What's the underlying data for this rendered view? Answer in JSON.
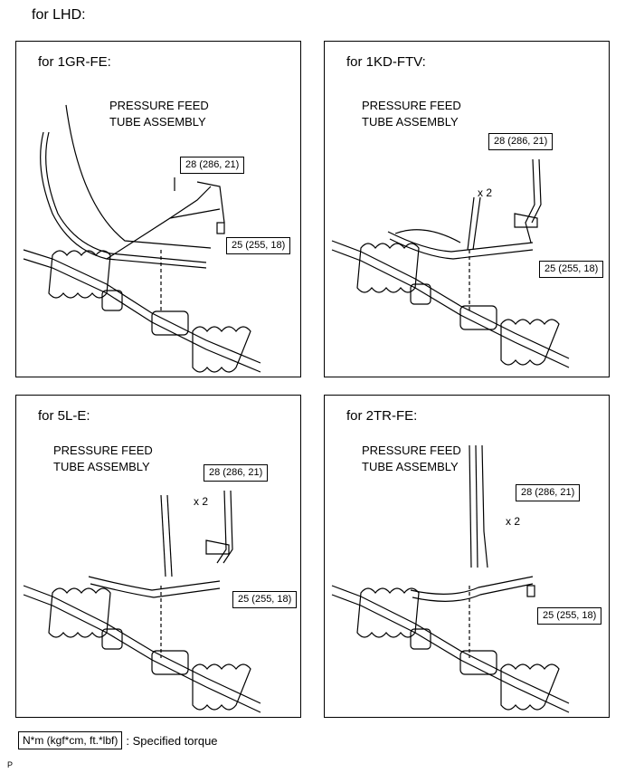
{
  "page_title": "for LHD:",
  "panels": [
    {
      "title": "for 1GR-FE:",
      "part_line1": "PRESSURE FEED",
      "part_line2": "TUBE ASSEMBLY",
      "torque_upper": "28 (286, 21)",
      "torque_lower": "25 (255, 18)",
      "qty": ""
    },
    {
      "title": "for 1KD-FTV:",
      "part_line1": "PRESSURE FEED",
      "part_line2": "TUBE ASSEMBLY",
      "torque_upper": "28 (286, 21)",
      "torque_lower": "25 (255, 18)",
      "qty": "x 2"
    },
    {
      "title": "for 5L-E:",
      "part_line1": "PRESSURE FEED",
      "part_line2": "TUBE ASSEMBLY",
      "torque_upper": "28 (286, 21)",
      "torque_lower": "25 (255, 18)",
      "qty": "x 2"
    },
    {
      "title": "for 2TR-FE:",
      "part_line1": "PRESSURE FEED",
      "part_line2": "TUBE ASSEMBLY",
      "torque_upper": "28 (286, 21)",
      "torque_lower": "25 (255, 18)",
      "qty": "x 2"
    }
  ],
  "legend": {
    "box": "N*m (kgf*cm, ft.*lbf)",
    "text": ": Specified torque"
  },
  "footer_code": "P"
}
